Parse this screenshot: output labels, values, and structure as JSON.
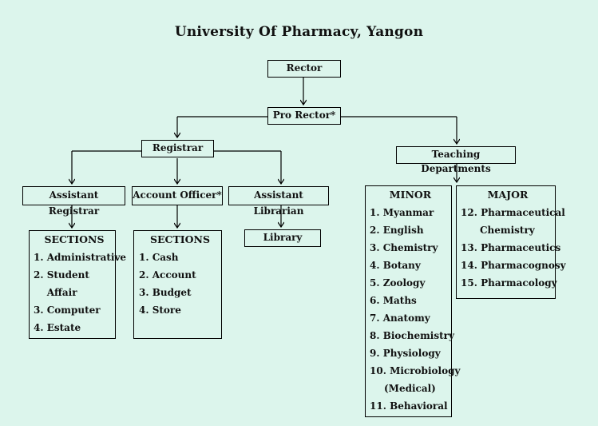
{
  "title": "University Of Pharmacy, Yangon",
  "nodes": {
    "rector": "Rector",
    "pro_rector": "Pro Rector*",
    "registrar": "Registrar",
    "teaching_departments": "Teaching Departments",
    "assistant_registrar": "Assistant Registrar",
    "account_officer": "Account Officer*",
    "assistant_librarian": "Assistant Librarian",
    "library": "Library"
  },
  "registrar_sections": {
    "heading": "SECTIONS",
    "items": [
      {
        "num": "1.",
        "label": "Administrative"
      },
      {
        "num": "2.",
        "label": "Student Affair"
      },
      {
        "num": "3.",
        "label": "Computer"
      },
      {
        "num": "4.",
        "label": "Estate"
      }
    ]
  },
  "account_sections": {
    "heading": "SECTIONS",
    "items": [
      {
        "num": "1.",
        "label": "Cash"
      },
      {
        "num": "2.",
        "label": "Account"
      },
      {
        "num": "3.",
        "label": "Budget"
      },
      {
        "num": "4.",
        "label": "Store"
      }
    ]
  },
  "minor": {
    "heading": "MINOR",
    "items": [
      {
        "num": "1.",
        "label": "Myanmar"
      },
      {
        "num": "2.",
        "label": "English"
      },
      {
        "num": "3.",
        "label": "Chemistry"
      },
      {
        "num": "4.",
        "label": "Botany"
      },
      {
        "num": "5.",
        "label": "Zoology"
      },
      {
        "num": "6.",
        "label": "Maths"
      },
      {
        "num": "7.",
        "label": "Anatomy"
      },
      {
        "num": "8.",
        "label": "Biochemistry"
      },
      {
        "num": "9.",
        "label": "Physiology"
      },
      {
        "num": "10.",
        "label": "Microbiology",
        "sub": "(Medical)"
      },
      {
        "num": "11.",
        "label": "Behavioral"
      }
    ]
  },
  "major": {
    "heading": "MAJOR",
    "items": [
      {
        "num": "12.",
        "label": "Pharmaceutical",
        "sub": "Chemistry"
      },
      {
        "num": "13.",
        "label": "Pharmaceutics"
      },
      {
        "num": "14.",
        "label": "Pharmacognosy"
      },
      {
        "num": "15.",
        "label": "Pharmacology"
      }
    ]
  }
}
